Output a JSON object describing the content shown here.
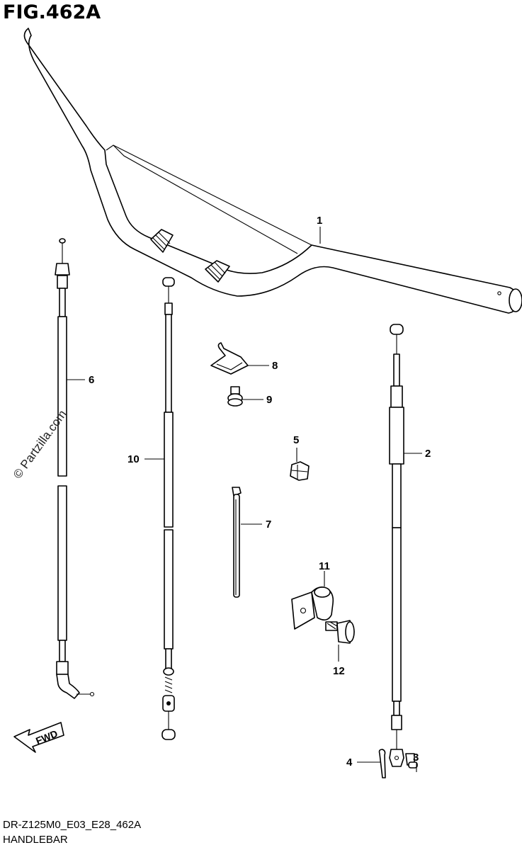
{
  "figure": {
    "title": "FIG.462A",
    "code": "DR-Z125M0_E03_E28_462A",
    "name": "HANDLEBAR",
    "watermark": "© Partzilla.com",
    "direction_label": "FWD"
  },
  "callouts": [
    {
      "id": "1",
      "part": "handlebar"
    },
    {
      "id": "2",
      "part": "front-brake-cable"
    },
    {
      "id": "3",
      "part": "pin"
    },
    {
      "id": "4",
      "part": "cotter-pin"
    },
    {
      "id": "5",
      "part": "clamp"
    },
    {
      "id": "6",
      "part": "throttle-cable"
    },
    {
      "id": "7",
      "part": "cable-tie"
    },
    {
      "id": "8",
      "part": "cable-guide"
    },
    {
      "id": "9",
      "part": "bolt"
    },
    {
      "id": "10",
      "part": "clutch-cable"
    },
    {
      "id": "11",
      "part": "clamp-bracket"
    },
    {
      "id": "12",
      "part": "bolt"
    }
  ],
  "colors": {
    "line": "#000000",
    "background": "#ffffff"
  }
}
